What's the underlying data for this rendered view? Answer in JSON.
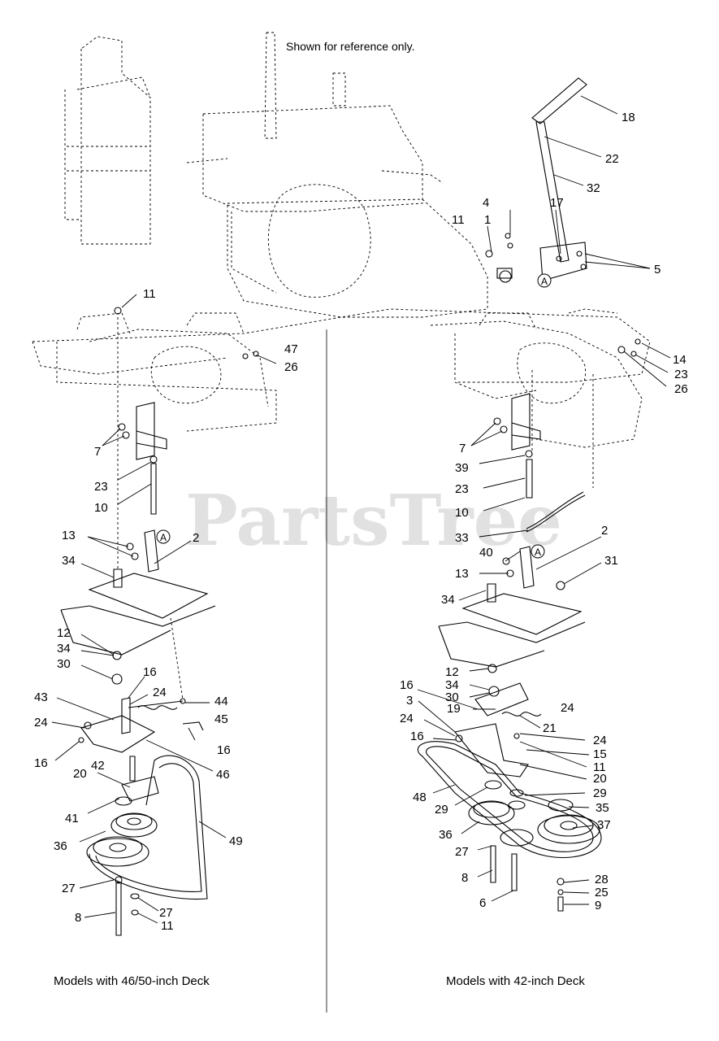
{
  "watermark": "PartsTree",
  "note": "Shown for reference only.",
  "captions": {
    "left": "Models with 46/50-inch Deck",
    "right": "Models with 42-inch Deck"
  },
  "marker_letter": "A",
  "callouts": {
    "top": [
      "18",
      "22",
      "32",
      "4",
      "1",
      "11",
      "17",
      "5",
      "14",
      "23",
      "26"
    ],
    "left": [
      "11",
      "47",
      "26",
      "7",
      "23",
      "10",
      "13",
      "2",
      "34",
      "12",
      "34",
      "30",
      "16",
      "24",
      "43",
      "44",
      "45",
      "24",
      "16",
      "16",
      "42",
      "46",
      "20",
      "41",
      "36",
      "49",
      "27",
      "27",
      "8",
      "11"
    ],
    "right": [
      "7",
      "39",
      "23",
      "10",
      "33",
      "2",
      "40",
      "31",
      "13",
      "34",
      "12",
      "34",
      "30",
      "16",
      "24",
      "3",
      "19",
      "21",
      "24",
      "24",
      "16",
      "15",
      "11",
      "48",
      "20",
      "29",
      "29",
      "35",
      "36",
      "37",
      "27",
      "8",
      "28",
      "25",
      "6",
      "9"
    ]
  }
}
